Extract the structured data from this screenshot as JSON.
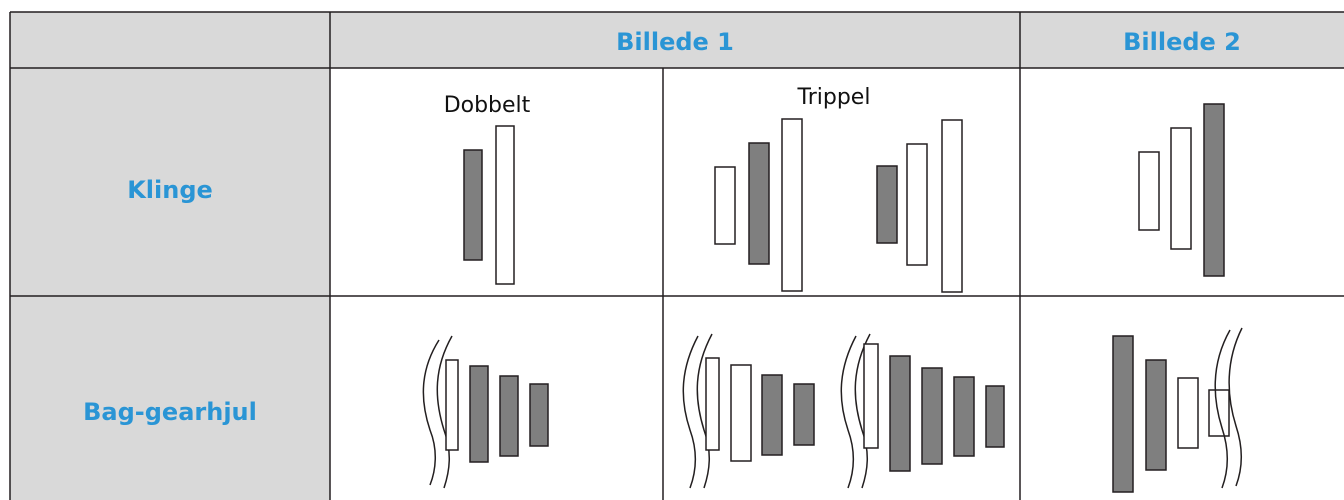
{
  "colors": {
    "accent": "#2A95D5",
    "header_bg": "#D9D9D9",
    "gear_fill": "#7F7F7F",
    "line": "#231F20"
  },
  "header": {
    "corner": "",
    "image1": "Billede 1",
    "image2": "Billede 2"
  },
  "rows": [
    {
      "label": "Klinge",
      "sub_labels": {
        "double": "Dobbelt",
        "triple": "Trippel"
      }
    },
    {
      "label": "Bag-gearhjul"
    }
  ]
}
